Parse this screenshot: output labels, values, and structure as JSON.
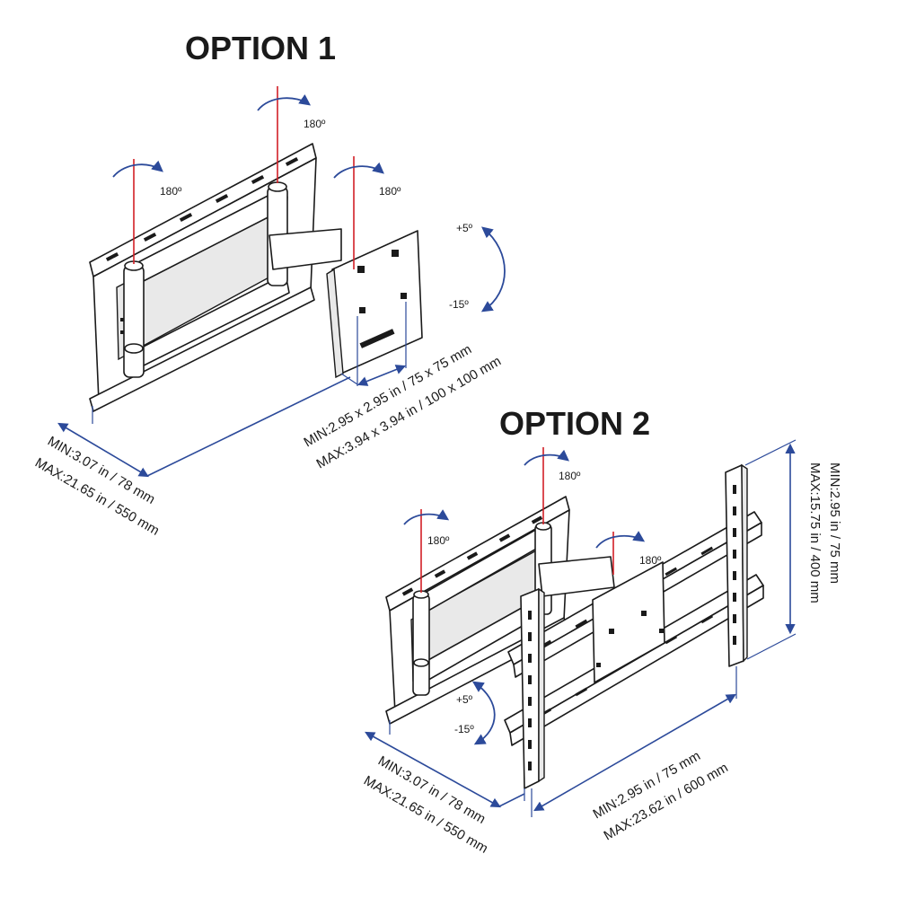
{
  "option1": {
    "title": "OPTION 1",
    "rotation_labels": [
      "180º",
      "180º",
      "180º"
    ],
    "tilt_up": "+5º",
    "tilt_down": "-15º",
    "vesa_min": "MIN:2.95 x 2.95 in / 75 x 75 mm",
    "vesa_max": "MAX:3.94 x 3.94 in / 100 x 100 mm",
    "depth_min": "MIN:3.07 in / 78 mm",
    "depth_max": "MAX:21.65 in / 550 mm"
  },
  "option2": {
    "title": "OPTION 2",
    "rotation_labels": [
      "180º",
      "180º",
      "180º"
    ],
    "tilt_up": "+5º",
    "tilt_down": "-15º",
    "height_min": "MIN:2.95 in / 75 mm",
    "height_max": "MAX:15.75 in / 400 mm",
    "width_min": "MIN:2.95 in / 75 mm",
    "width_max": "MAX:23.62 in / 600 mm",
    "depth_min": "MIN:3.07 in / 78 mm",
    "depth_max": "MAX:21.65 in / 550 mm"
  },
  "colors": {
    "dimension_lines": "#2c4a9a",
    "rotation_axes": "#d21f26",
    "linework": "#1a1a1a"
  }
}
